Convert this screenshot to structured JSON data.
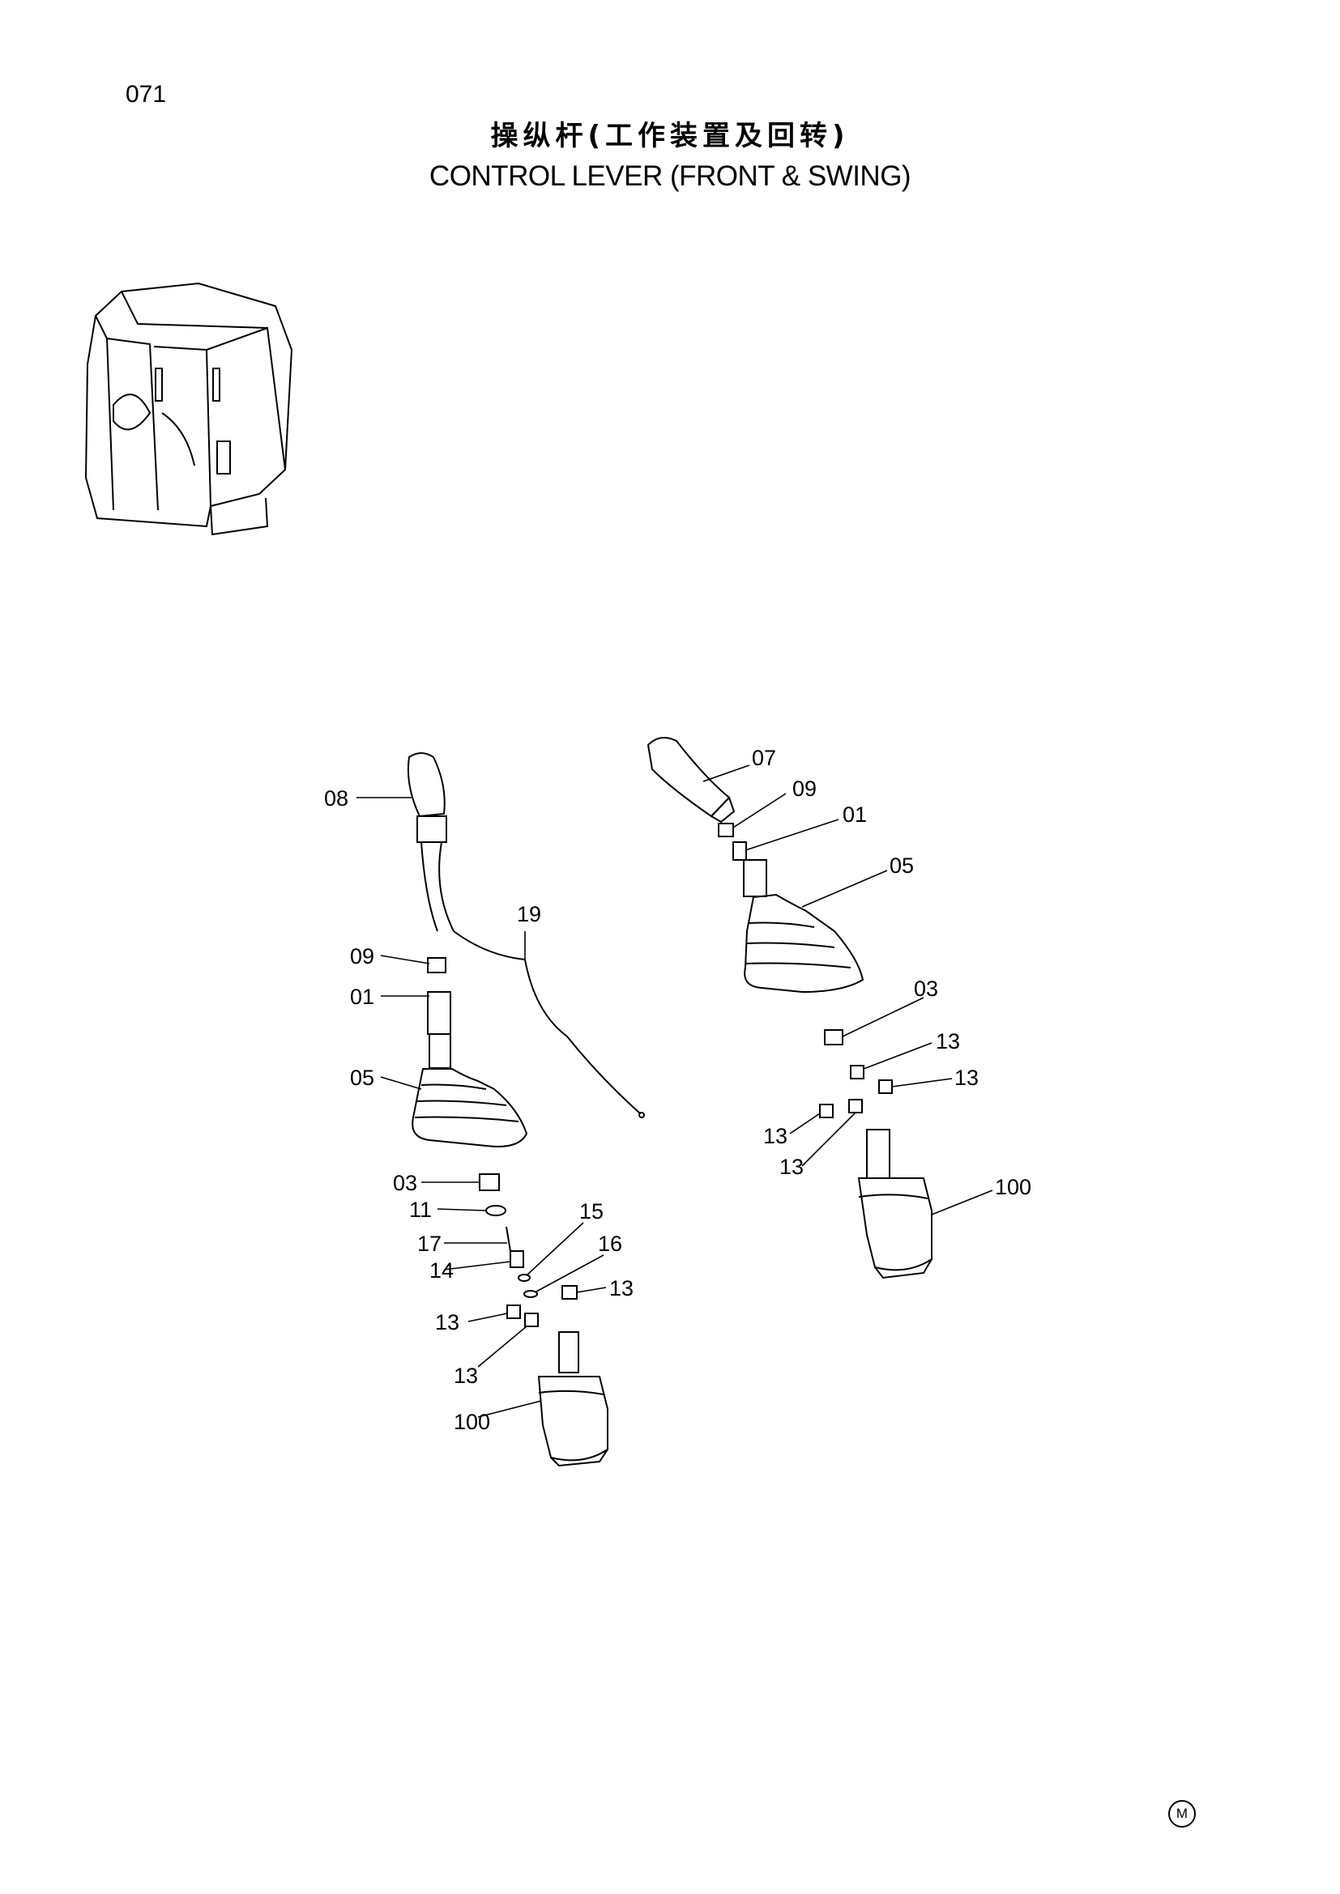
{
  "page": {
    "number": "071",
    "title_cn": "操纵杆(工作装置及回转)",
    "title_en": "CONTROL  LEVER  (FRONT & SWING)",
    "mark": "M"
  },
  "callouts": {
    "left": [
      "08",
      "19",
      "09",
      "01",
      "05",
      "03",
      "11",
      "17",
      "14",
      "15",
      "16",
      "13",
      "13",
      "13",
      "100"
    ],
    "right": [
      "07",
      "09",
      "01",
      "05",
      "03",
      "13",
      "13",
      "13",
      "13",
      "100"
    ]
  }
}
